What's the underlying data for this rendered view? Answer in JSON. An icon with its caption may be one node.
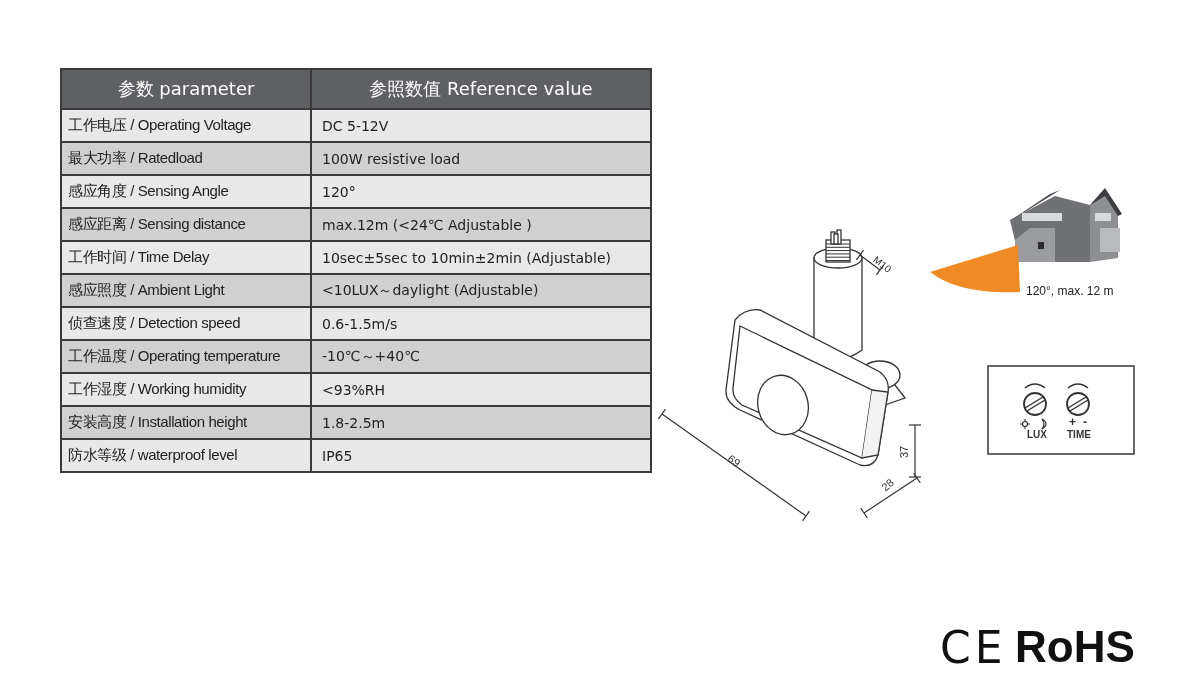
{
  "diagram": {
    "labels": [
      "参数  parameter",
      "参照数值  Reference value",
      "工作电压 / Operating Voltage",
      "DC 5-12V",
      "最大功率 / Ratedload",
      "100W resistive load",
      "感应角度 / Sensing Angle",
      "120°",
      "感应距离 / Sensing distance",
      "max.12m (<24℃ Adjustable )",
      "工作时间 / Time Delay",
      "10sec±5sec to 10min±2min (Adjustable)",
      "感应照度 / Ambient Light",
      "<10LUX～daylight (Adjustable)",
      "侦查速度 / Detection speed",
      "0.6-1.5m/s",
      "工作温度 / Operating temperature",
      "-10℃～+40℃",
      "工作湿度 / Working humidity",
      "<93%RH",
      "安装高度 / Installation height",
      "1.8-2.5m",
      "防水等级 / waterproof level",
      "IP65",
      "M10",
      "69",
      "28",
      "37",
      "120°, max. 12 m",
      "+",
      "-",
      "LUX",
      "TIME",
      "CE",
      "RoHS"
    ]
  }
}
